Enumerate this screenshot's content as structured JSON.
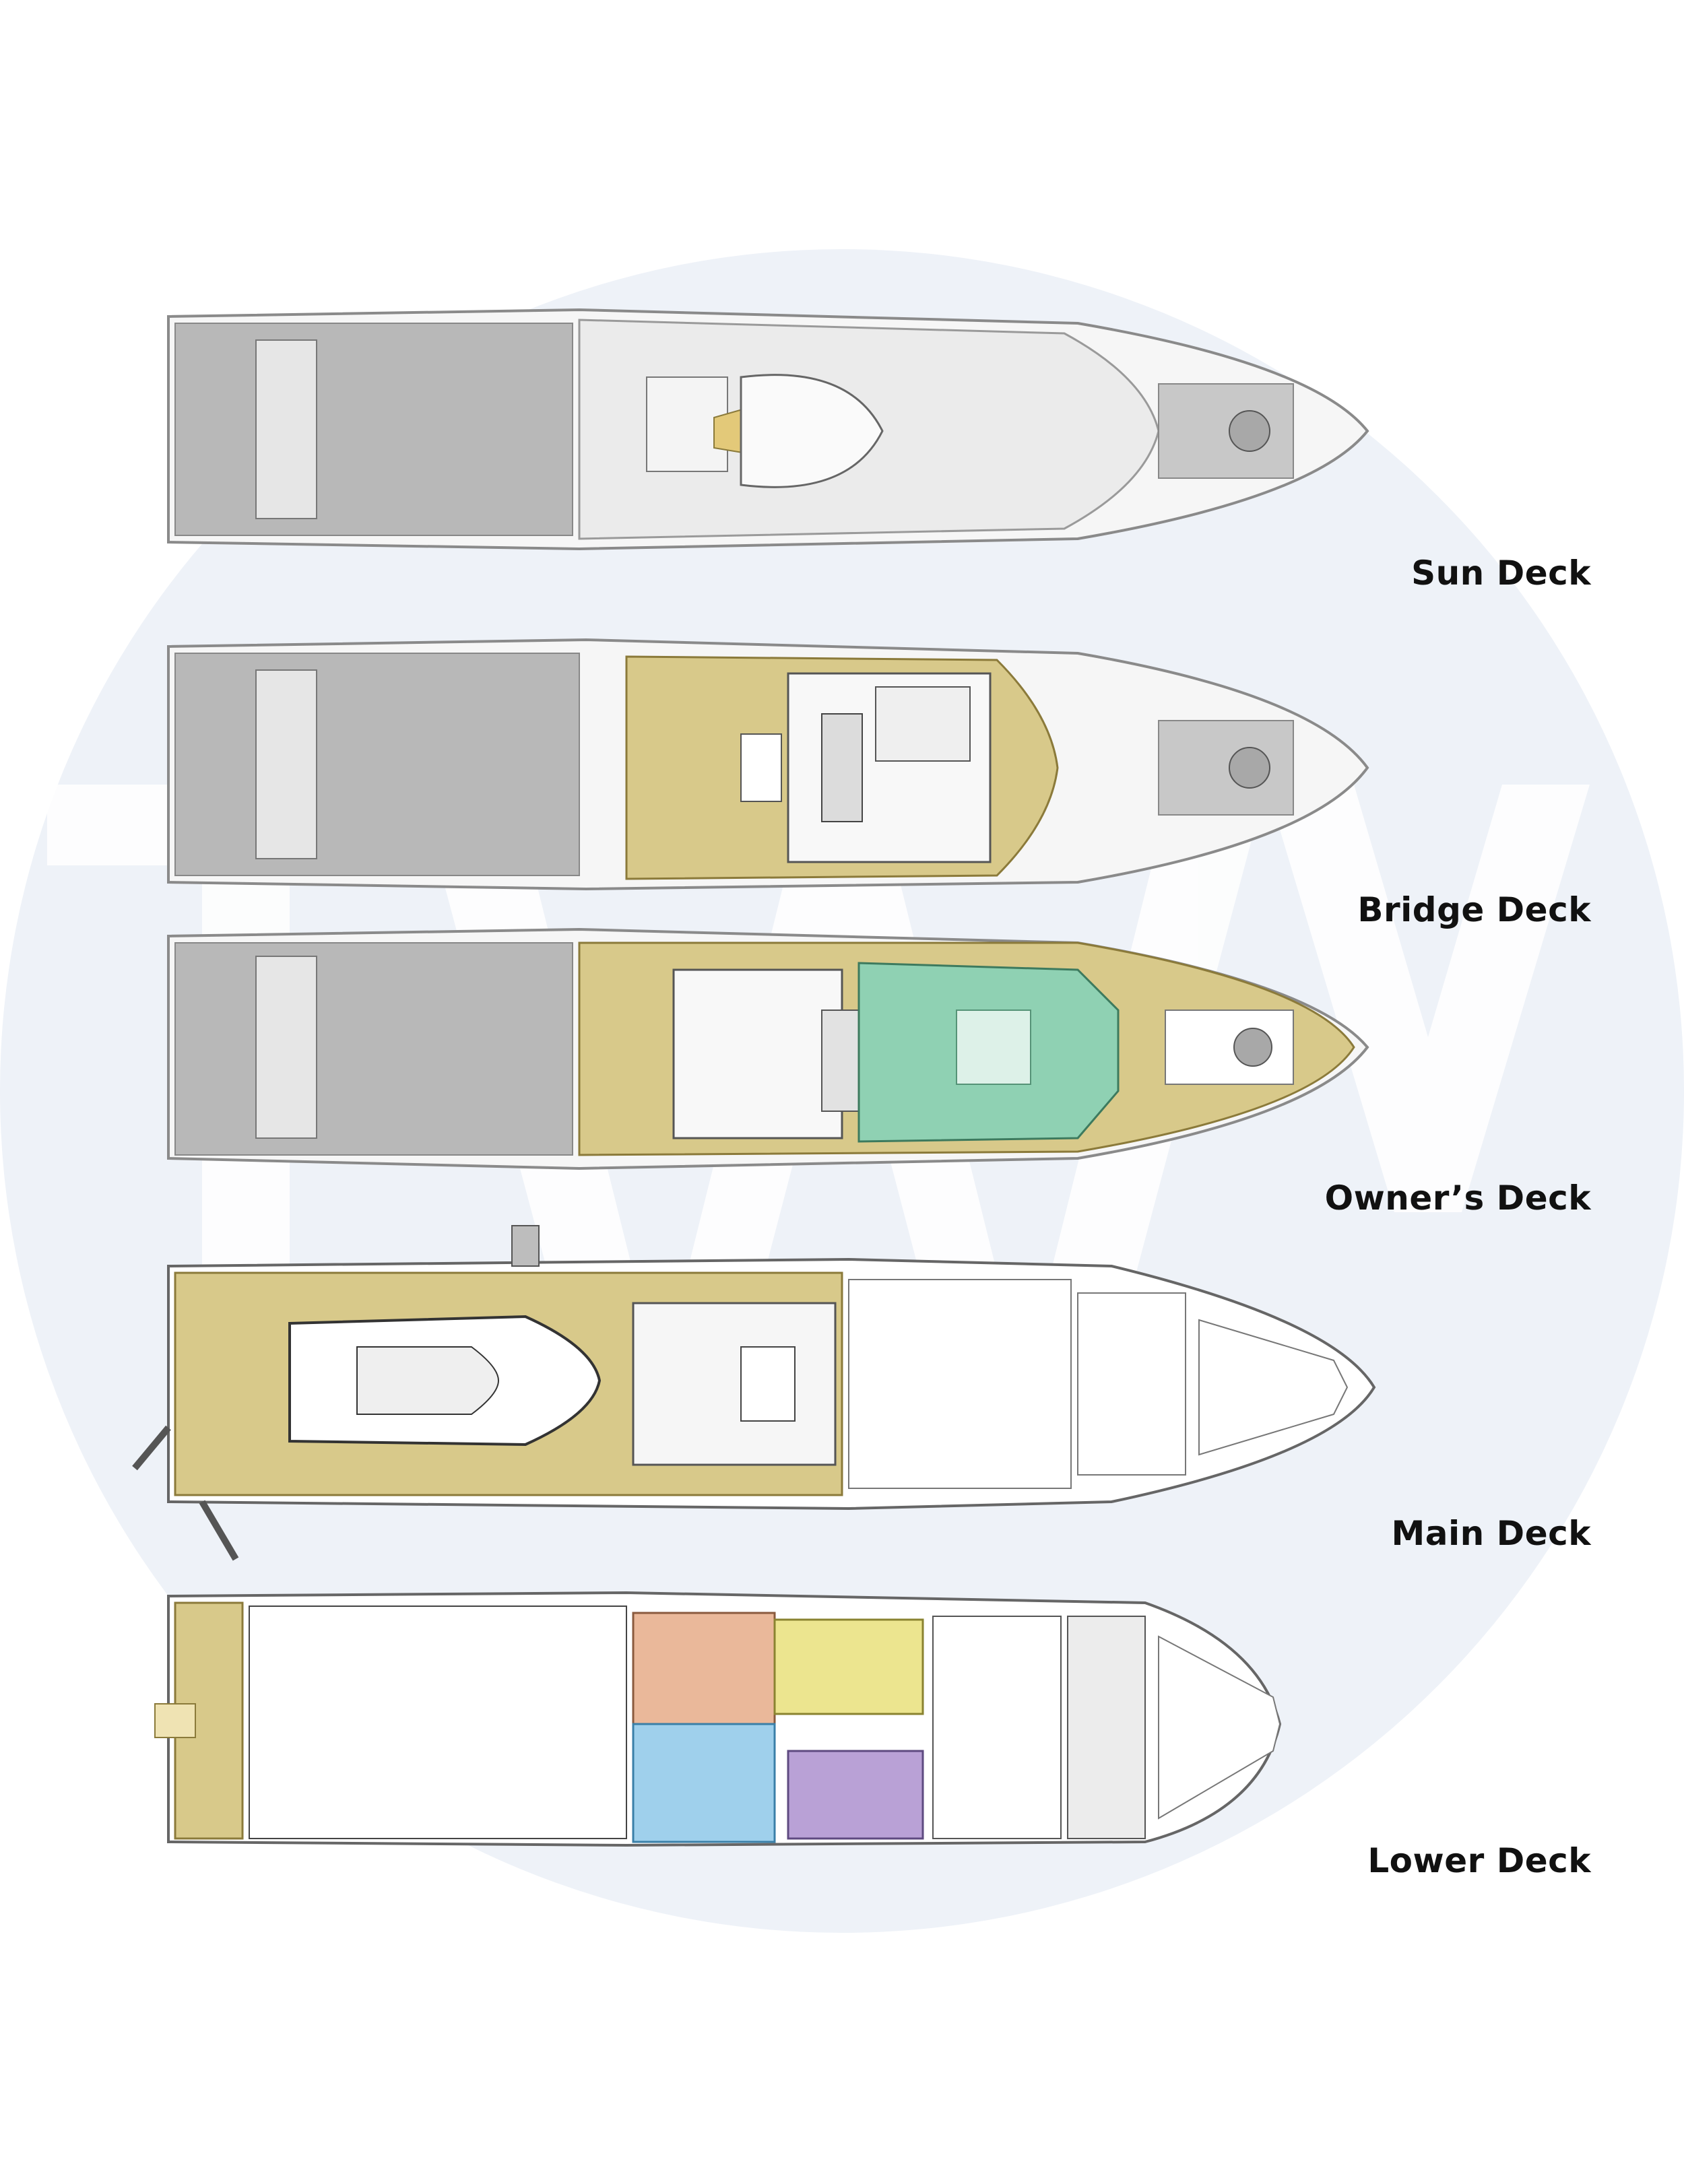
{
  "colors": {
    "background": "#ffffff",
    "watermark_circle": "#eef2f8",
    "watermark_letters": "#ffffff",
    "hull_outline": "#8a8a8a",
    "teak_deck_dark": "#b8b8b8",
    "exterior_deck_gold": "#d8c98a",
    "owner_suite_green": "#8fd1b3",
    "vip_cabin_salmon": "#eab89a",
    "guest_cabin_blue": "#9fd0ec",
    "guest_cabin_yellow": "#ece58f",
    "guest_cabin_purple": "#b9a1d6",
    "label_text": "#111111"
  },
  "decks": [
    {
      "key": "sun",
      "label": "Sun Deck"
    },
    {
      "key": "bridge",
      "label": "Bridge Deck"
    },
    {
      "key": "owners",
      "label": "Owner’s Deck"
    },
    {
      "key": "main",
      "label": "Main Deck"
    },
    {
      "key": "lower",
      "label": "Lower Deck"
    }
  ]
}
